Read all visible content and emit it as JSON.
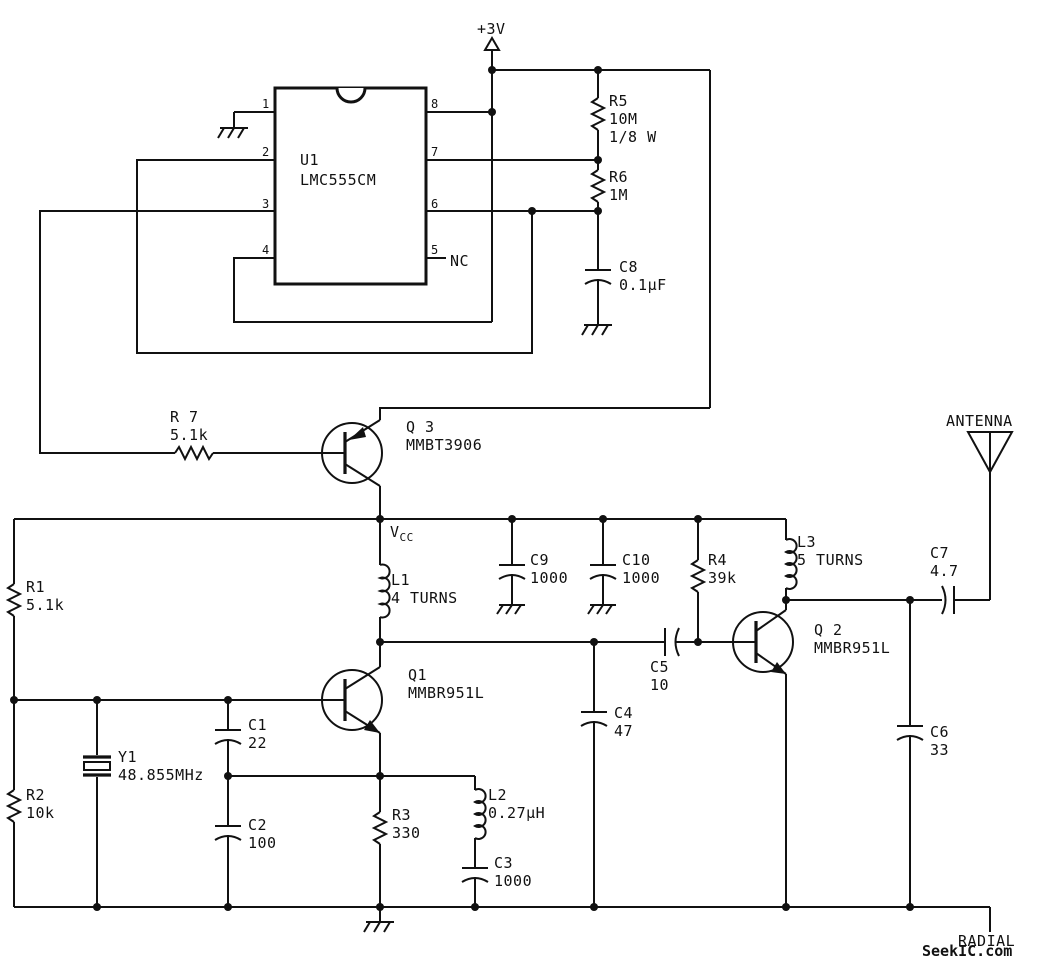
{
  "supply": {
    "label": "+3V"
  },
  "u1": {
    "ref": "U1",
    "part": "LMC555CM",
    "pins": {
      "p1": "1",
      "p2": "2",
      "p3": "3",
      "p4": "4",
      "p5": "5",
      "p6": "6",
      "p7": "7",
      "p8": "8"
    },
    "nc": "NC"
  },
  "r5": {
    "ref": "R5",
    "value": "10M",
    "rating": "1/8 W"
  },
  "r6": {
    "ref": "R6",
    "value": "1M"
  },
  "c8": {
    "ref": "C8",
    "value": "0.1μF"
  },
  "r7": {
    "ref": "R 7",
    "value": "5.1k"
  },
  "q3": {
    "ref": "Q 3",
    "part": "MMBT3906"
  },
  "vcc": {
    "label": "V",
    "sub": "CC"
  },
  "r1": {
    "ref": "R1",
    "value": "5.1k"
  },
  "r2": {
    "ref": "R2",
    "value": "10k"
  },
  "l1": {
    "ref": "L1",
    "value": "4 TURNS"
  },
  "q1": {
    "ref": "Q1",
    "part": "MMBR951L"
  },
  "y1": {
    "ref": "Y1",
    "value": "48.855MHz"
  },
  "c1": {
    "ref": "C1",
    "value": "22"
  },
  "c2": {
    "ref": "C2",
    "value": "100"
  },
  "r3": {
    "ref": "R3",
    "value": "330"
  },
  "l2": {
    "ref": "L2",
    "value": "0.27μH"
  },
  "c3": {
    "ref": "C3",
    "value": "1000"
  },
  "c9": {
    "ref": "C9",
    "value": "1000"
  },
  "c10": {
    "ref": "C10",
    "value": "1000"
  },
  "c4": {
    "ref": "C4",
    "value": "47"
  },
  "c5": {
    "ref": "C5",
    "value": "10"
  },
  "r4": {
    "ref": "R4",
    "value": "39k"
  },
  "l3": {
    "ref": "L3",
    "value": "5 TURNS"
  },
  "q2": {
    "ref": "Q 2",
    "part": "MMBR951L"
  },
  "c7": {
    "ref": "C7",
    "value": "4.7"
  },
  "c6": {
    "ref": "C6",
    "value": "33"
  },
  "antenna": {
    "label": "ANTENNA"
  },
  "radial": {
    "label": "RADIAL"
  },
  "watermark": {
    "text": "SeekIC.com"
  }
}
